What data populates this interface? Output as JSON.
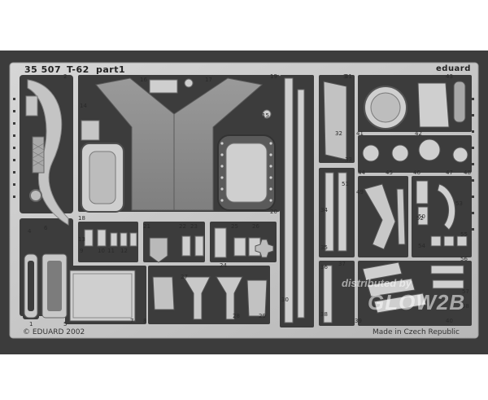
{
  "fret": {
    "kit_number": "35 507",
    "title": "T-62",
    "part": "part1",
    "brand": "eduard",
    "copyright": "© EDUARD 2002",
    "origin": "Made in Czech Republic"
  },
  "watermark": {
    "line1": "distributed by",
    "line2": "GLOW2B"
  },
  "part_numbers": [
    "1",
    "2",
    "3",
    "4",
    "5",
    "6",
    "7",
    "8",
    "9",
    "10",
    "11",
    "12",
    "13",
    "14",
    "15",
    "16",
    "17",
    "18",
    "19",
    "20",
    "21",
    "22",
    "23",
    "24",
    "25",
    "26",
    "27",
    "28",
    "29",
    "30",
    "31",
    "32",
    "33",
    "34",
    "35",
    "36",
    "37",
    "38",
    "39",
    "40",
    "41",
    "42",
    "43",
    "44",
    "45",
    "46",
    "47",
    "48",
    "49",
    "50",
    "51",
    "52",
    "53",
    "54",
    "55",
    "56",
    "57",
    "58"
  ],
  "colors": {
    "background": "#ffffff",
    "frame": "#3c3c3c",
    "metal": "#c9c9c9",
    "metal_dark": "#8e8e8e",
    "cutout": "#3c3c3c"
  }
}
